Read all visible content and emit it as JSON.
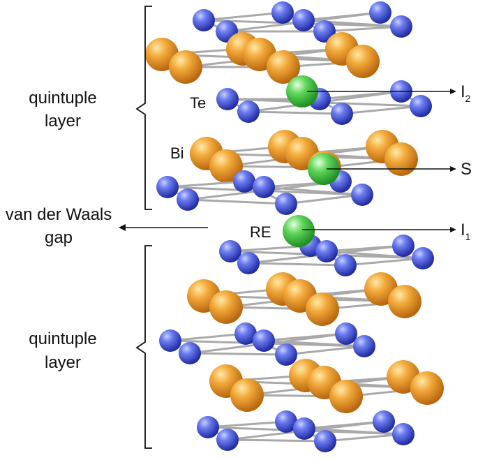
{
  "figure": {
    "brace_labels": {
      "top_line1": "quintuple",
      "top_line2": "layer",
      "bottom_line1": "quintuple",
      "bottom_line2": "layer"
    },
    "gap_label": {
      "line1": "van der Waals",
      "line2": "gap"
    },
    "atom_labels": {
      "te": "Te",
      "bi": "Bi",
      "re": "RE"
    },
    "site_labels": {
      "i2_main": "I",
      "i2_sub": "2",
      "s": "S",
      "i1_main": "I",
      "i1_sub": "1"
    },
    "colors": {
      "te_atom": "#4d5ee0",
      "bi_atom": "#e89a2c",
      "re_atom": "#3fc63f",
      "bond": "#a9a9a9"
    },
    "atom_types": [
      "Te",
      "Bi",
      "RE"
    ],
    "layer_sequence": [
      "Te",
      "Bi",
      "Te",
      "Bi",
      "Te",
      "van der Waals gap",
      "Te",
      "Bi",
      "Te",
      "Bi",
      "Te"
    ]
  }
}
